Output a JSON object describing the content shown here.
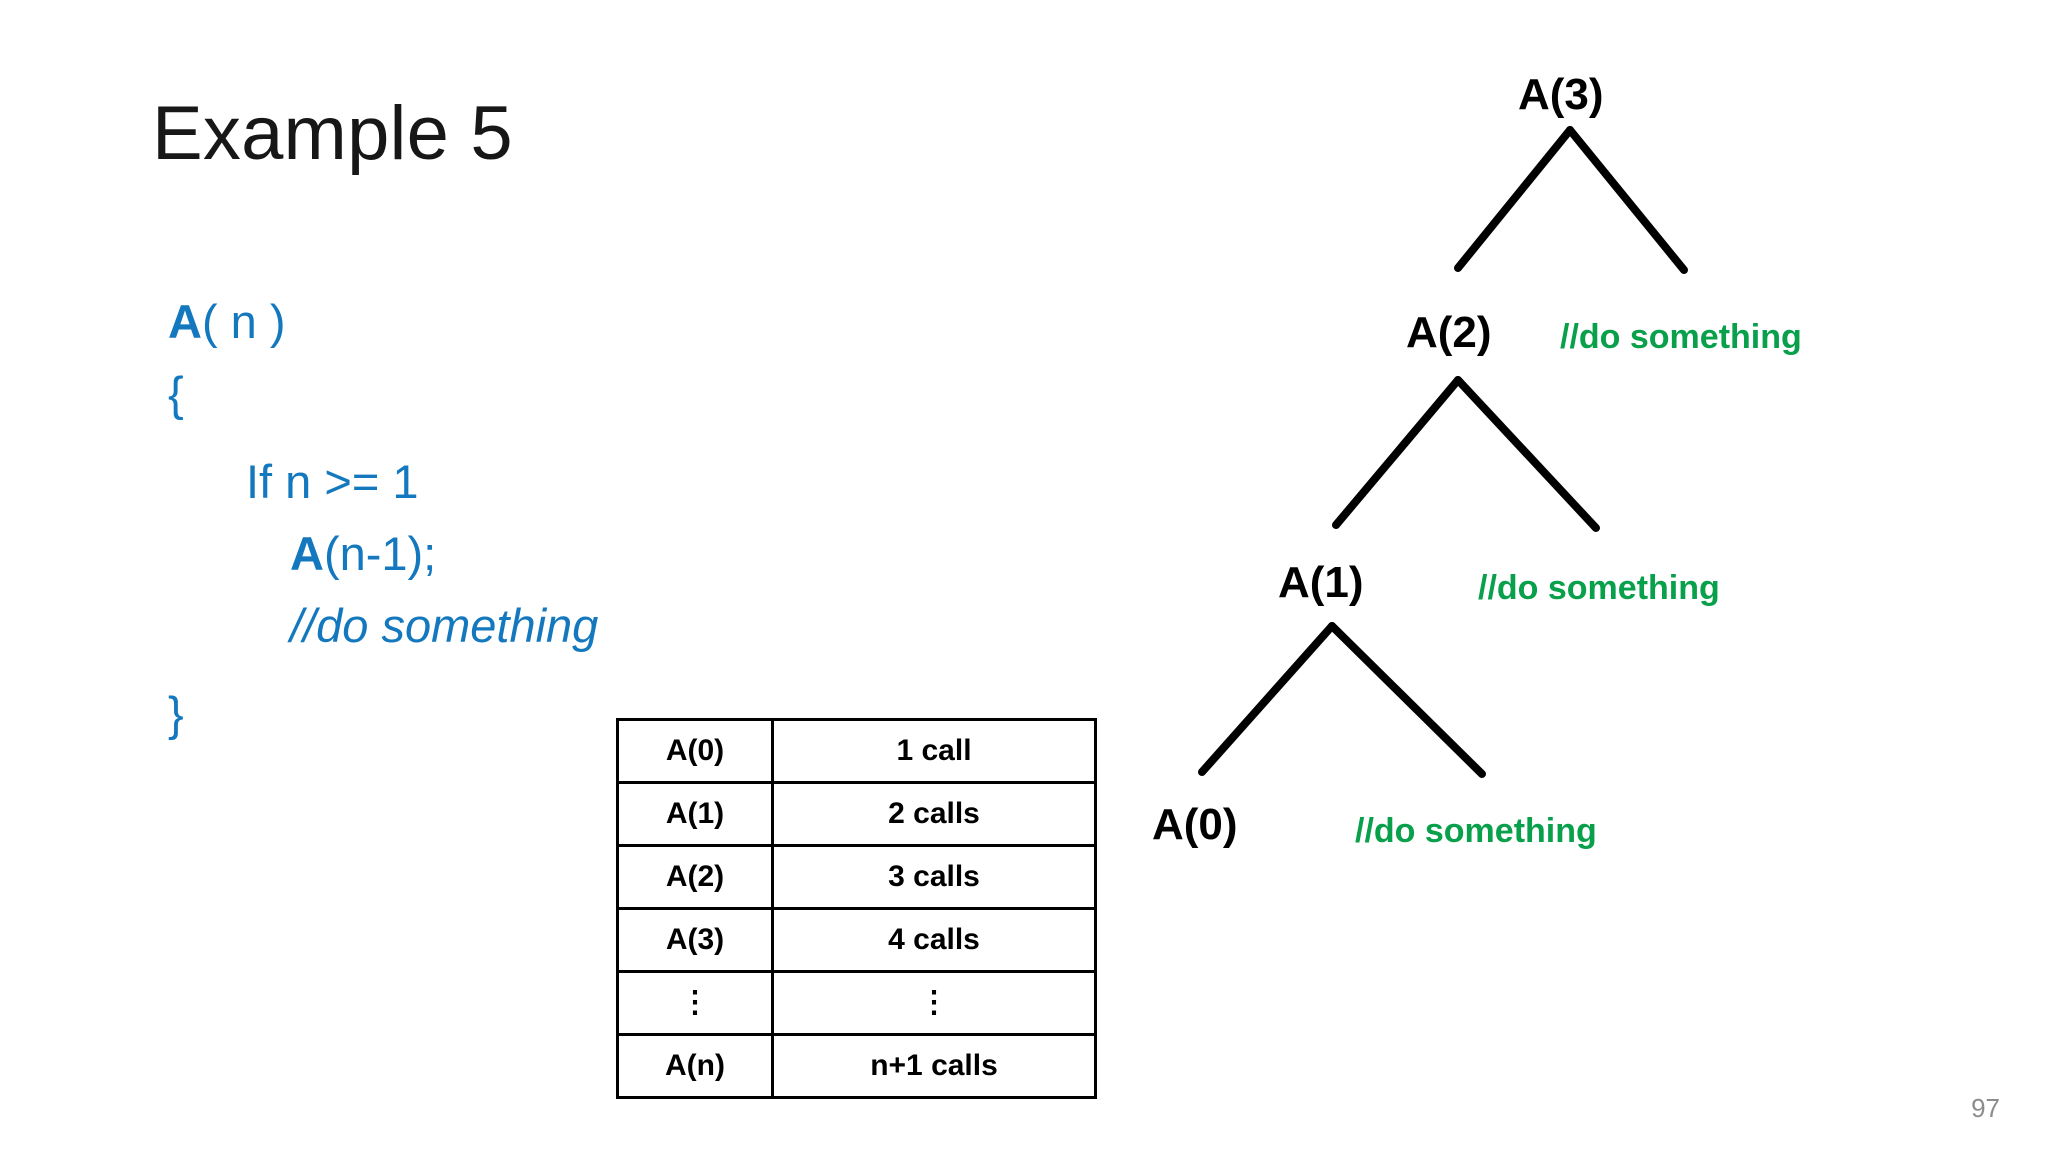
{
  "slide": {
    "title": "Example 5",
    "page_number": "97",
    "colors": {
      "code_blue": "#1378BE",
      "comment_green": "#09A04C",
      "title_black": "#171717",
      "page_number_gray": "#8C8C8C",
      "background": "#ffffff"
    }
  },
  "code": {
    "lines": [
      {
        "fn": "A",
        "rest": "( n )"
      },
      {
        "fn": "",
        "rest": "{"
      },
      {
        "fn": "",
        "rest": "If n >= 1"
      },
      {
        "fn": "A",
        "rest": "(n-1);"
      },
      {
        "fn": "",
        "rest": "//do something"
      },
      {
        "fn": "",
        "rest": "}"
      }
    ],
    "signature_fn": "A",
    "signature_rest": "( n )",
    "open_brace": "{",
    "if_statement": "If n >= 1",
    "call_fn": "A",
    "call_rest": "(n-1);",
    "comment": "//do something",
    "close_brace": "}"
  },
  "table": {
    "rows": [
      {
        "call": "A(0)",
        "count": "1 call"
      },
      {
        "call": "A(1)",
        "count": "2 calls"
      },
      {
        "call": "A(2)",
        "count": "3 calls"
      },
      {
        "call": "A(3)",
        "count": "4 calls"
      },
      {
        "call": "⋮",
        "count": "⋮"
      },
      {
        "call": "A(n)",
        "count": "n+1 calls"
      }
    ]
  },
  "tree": {
    "nodes": [
      {
        "label": "A(3)"
      },
      {
        "label": "A(2)"
      },
      {
        "label": "A(1)"
      },
      {
        "label": "A(0)"
      }
    ],
    "comments": [
      {
        "label": "//do something"
      },
      {
        "label": "//do something"
      },
      {
        "label": "//do something"
      }
    ]
  }
}
